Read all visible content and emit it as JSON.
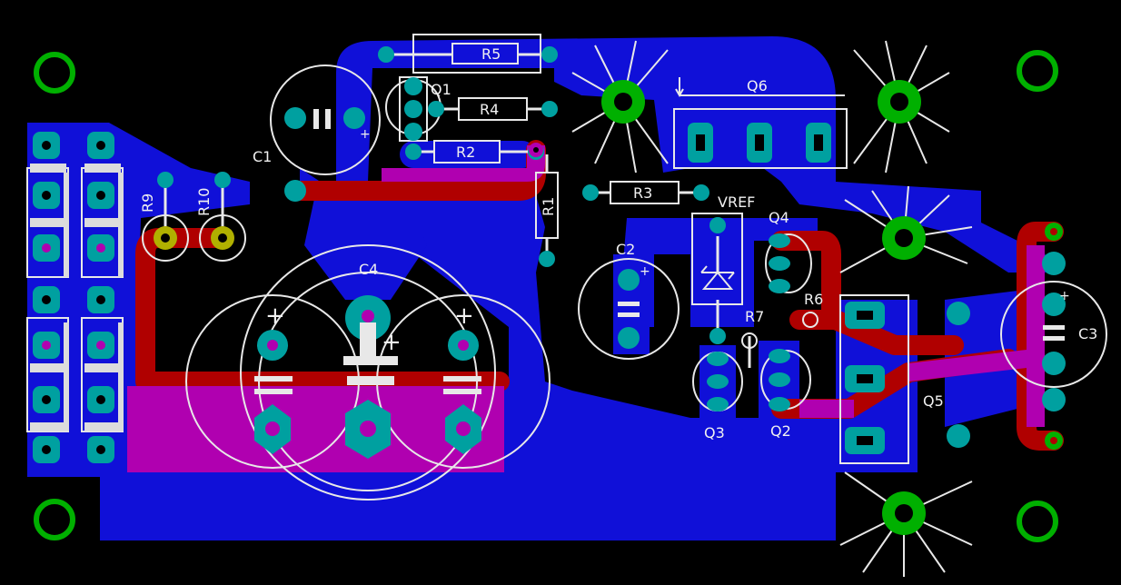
{
  "colors": {
    "background": "#000000",
    "bottom_copper": "#1010d8",
    "top_copper": "#b00000",
    "overlap": "#b000b0",
    "pad": "#00a0a0",
    "mount_hole": "#00b000",
    "silkscreen": "#e8e8e8",
    "via": "#b0b000"
  },
  "labels": {
    "r5": "R5",
    "q1": "Q1",
    "r4": "R4",
    "q6": "Q6",
    "r2": "R2",
    "c1": "C1",
    "r9": "R9",
    "r10": "R10",
    "r1": "R1",
    "r3": "R3",
    "vref": "VREF",
    "q4": "Q4",
    "c2": "C2",
    "c4": "C4",
    "r6": "R6",
    "r7": "R7",
    "c3": "C3",
    "q5": "Q5",
    "q3": "Q3",
    "q2": "Q2"
  },
  "polarity_mark": "+"
}
